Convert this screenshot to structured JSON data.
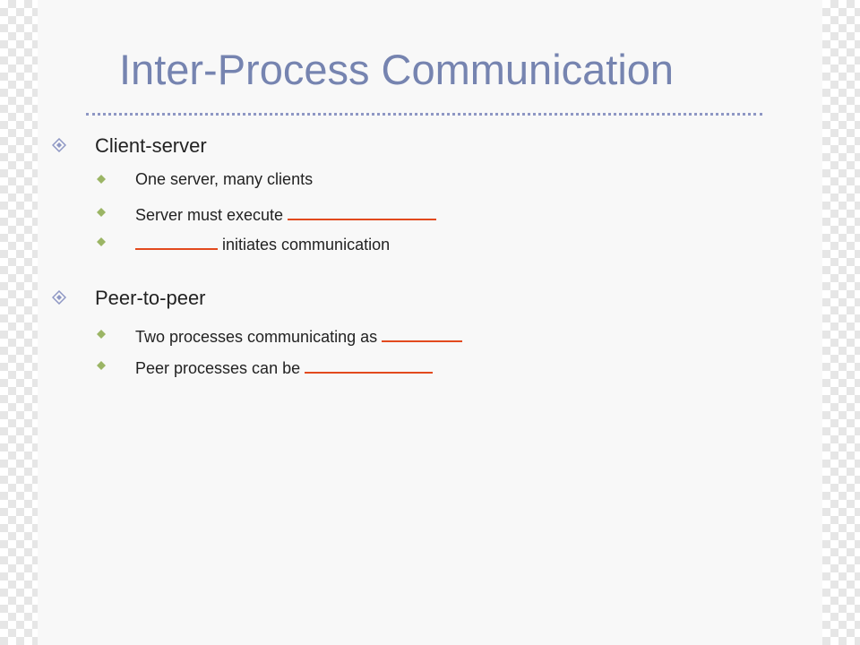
{
  "slide": {
    "title": "Inter-Process Communication",
    "sections": [
      {
        "heading": "Client-server",
        "items": [
          "One server, many clients",
          "Server must execute",
          "initiates communication"
        ]
      },
      {
        "heading": "Peer-to-peer",
        "items": [
          "Two processes communicating as",
          "Peer processes can be"
        ]
      }
    ]
  },
  "colors": {
    "title": "#7684b0",
    "blank_underline": "#e24a1e",
    "bullet_level1": "#8e97c4",
    "bullet_level2": "#9bb565"
  },
  "icons": {
    "level1_bullet": "diamond-outline-icon",
    "level2_bullet": "diamond-icon"
  }
}
